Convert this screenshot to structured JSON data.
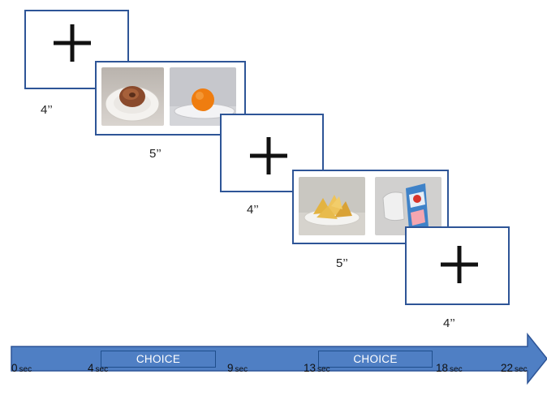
{
  "colors": {
    "panel_border": "#2e5597",
    "arrow_fill": "#4f7fc4",
    "arrow_stroke": "#2e5597",
    "choice_border": "#1f4e8c",
    "fixation": "#111111"
  },
  "trial_sequence": [
    {
      "kind": "fixation",
      "duration_label": "4’’"
    },
    {
      "kind": "choice",
      "images": [
        "donut-on-plate",
        "orange-on-plate"
      ],
      "duration_label": "5’’"
    },
    {
      "kind": "fixation",
      "duration_label": "4’’"
    },
    {
      "kind": "choice",
      "images": [
        "tortilla-chips-on-plate",
        "snack-bag"
      ],
      "duration_label": "5’’"
    },
    {
      "kind": "fixation",
      "duration_label": "4’’"
    }
  ],
  "timeline": {
    "choice_label_1": "CHOICE",
    "choice_label_2": "CHOICE",
    "unit": "sec",
    "ticks": [
      {
        "value": "0",
        "unit": "sec"
      },
      {
        "value": "4",
        "unit": "sec"
      },
      {
        "value": "9",
        "unit": "sec"
      },
      {
        "value": "13",
        "unit": "sec"
      },
      {
        "value": "18",
        "unit": "sec"
      },
      {
        "value": "22",
        "unit": "sec"
      }
    ]
  }
}
